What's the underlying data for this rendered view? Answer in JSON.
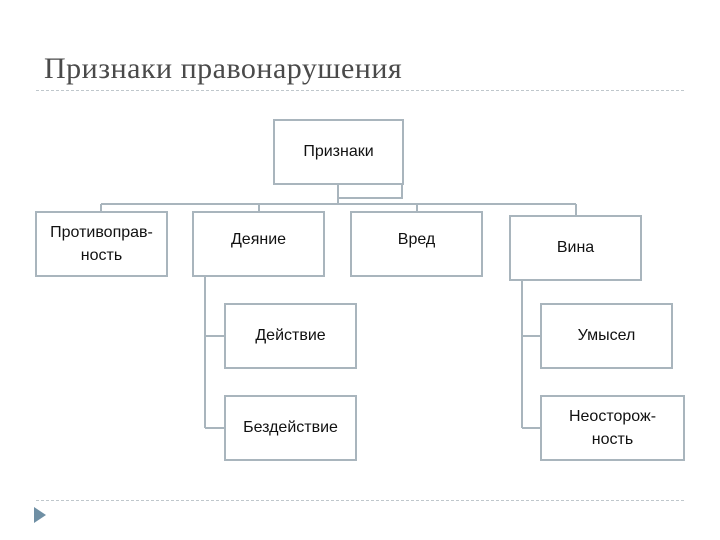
{
  "slide": {
    "title": "Признаки правонарушения"
  },
  "diagram": {
    "root": "Признаки",
    "features": {
      "unlawfulness": "Противоправ-\nность",
      "act": "Деяние",
      "harm": "Вред",
      "guilt": "Вина"
    },
    "act_forms": {
      "action": "Действие",
      "inaction": "Бездействие"
    },
    "guilt_forms": {
      "intent": "Умысел",
      "negligence": "Неосторож-\nность"
    }
  },
  "colors": {
    "box_border": "#a9b5bd",
    "connector": "#a9b5bd",
    "arrow": "#6f8fa4"
  }
}
